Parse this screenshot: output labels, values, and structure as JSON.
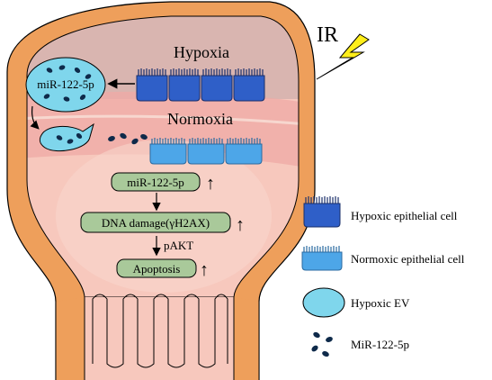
{
  "colors": {
    "tissue_outer": "#EE9F5B",
    "tissue_outline": "#000000",
    "hypoxic_zone": "#D9B5B0",
    "normoxic_zone": "#F7C8BD",
    "pink_band": "#EFA9A5",
    "hypoxic_cell": "#2F5FC8",
    "normoxic_cell": "#4DA6E8",
    "ev_fill": "#7FD6EC",
    "mirna_dot": "#0E2A4A",
    "pathway_box": "#A9C99A",
    "ir_bolt": "#FFEE1A"
  },
  "labels": {
    "ir": "IR",
    "hypoxia": "Hypoxia",
    "normoxia": "Normoxia",
    "ev_mirna": "miR-122-5p"
  },
  "pathway": {
    "step1": "miR-122-5p",
    "step2": "DNA damage(γH2AX)",
    "step3_mediator": "pAKT",
    "step4": "Apoptosis",
    "up_arrow": "↑"
  },
  "legend": {
    "items": [
      {
        "icon": "hypoxic-epithelial-cell-icon",
        "label": "Hypoxic epithelial cell"
      },
      {
        "icon": "normoxic-epithelial-cell-icon",
        "label": "Normoxic epithelial cell"
      },
      {
        "icon": "hypoxic-ev-icon",
        "label": "Hypoxic EV"
      },
      {
        "icon": "mirna-dots-icon",
        "label": "MiR-122-5p"
      }
    ]
  }
}
